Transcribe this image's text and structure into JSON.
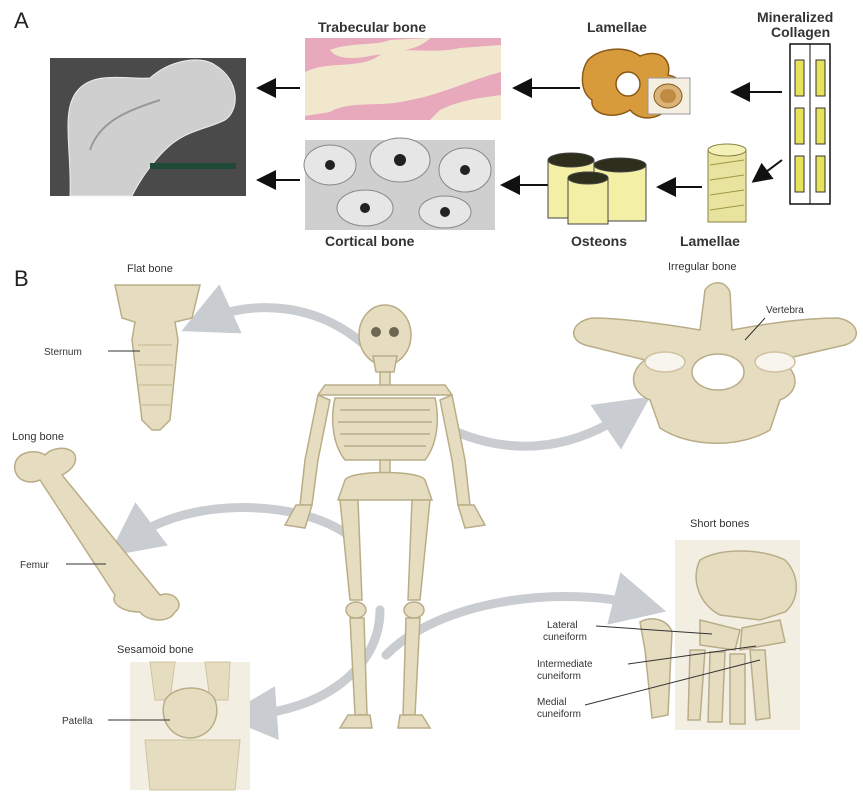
{
  "panel_a": {
    "label": "A",
    "trabecular_title": "Trabecular bone",
    "lamellae_top_title": "Lamellae",
    "collagen_title_line1": "Mineralized",
    "collagen_title_line2": "Collagen",
    "cortical_title": "Cortical bone",
    "osteons_title": "Osteons",
    "lamellae_bottom_title": "Lamellae"
  },
  "panel_b": {
    "label": "B",
    "flat_title": "Flat bone",
    "sternum_label": "Sternum",
    "irregular_title": "Irregular bone",
    "vertebra_label": "Vertebra",
    "long_title": "Long bone",
    "femur_label": "Femur",
    "short_title": "Short bones",
    "lateral_label_line1": "Lateral",
    "lateral_label_line2": "cuneiform",
    "intermediate_label_line1": "Intermediate",
    "intermediate_label_line2": "cuneiform",
    "medial_label_line1": "Medial",
    "medial_label_line2": "cuneiform",
    "sesamoid_title": "Sesamoid bone",
    "patella_label": "Patella"
  },
  "colors": {
    "bone": "#e6dcc0",
    "bone_shade": "#cfc39f",
    "histology_pink": "#e8a9bd",
    "osteon_yellow": "#f3f0a6",
    "collagen_yellow": "#e6e35a",
    "dark_bar": "#1f4a38",
    "arrow_gray": "#c9ccd0"
  }
}
